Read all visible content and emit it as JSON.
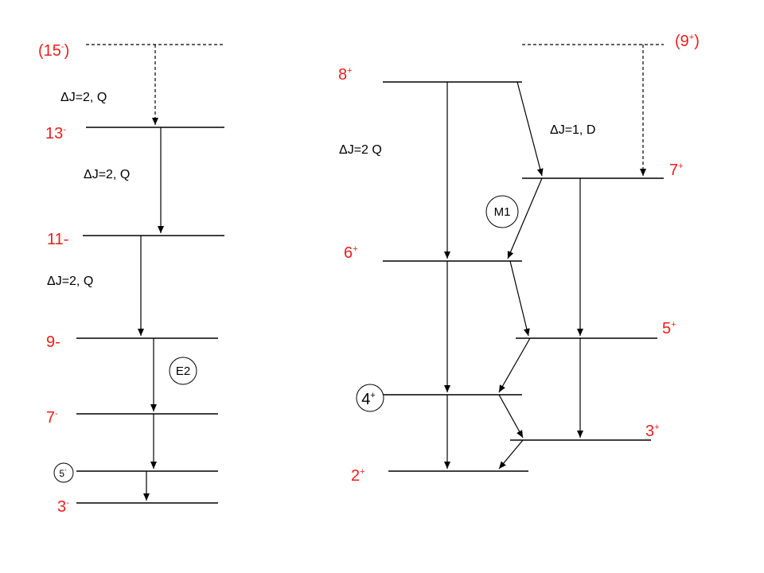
{
  "colors": {
    "level_label": "#ee1c1c",
    "lines": "#000000"
  },
  "left_band": {
    "levels": [
      {
        "id": "15",
        "label": "(15",
        "sup": "-",
        "suffix": ")"
      },
      {
        "id": "13",
        "label": "13",
        "sup": "-",
        "suffix": ""
      },
      {
        "id": "11",
        "label": "11-",
        "sup": "",
        "suffix": ""
      },
      {
        "id": "9",
        "label": "9-",
        "sup": "",
        "suffix": ""
      },
      {
        "id": "7",
        "label": "7",
        "sup": "-",
        "suffix": ""
      },
      {
        "id": "3",
        "label": "3",
        "sup": "-",
        "suffix": ""
      }
    ],
    "transition_labels": [
      "ΔJ=2, Q",
      "ΔJ=2, Q",
      "ΔJ=2, Q"
    ],
    "circled_labels": [
      {
        "text": "E2",
        "sup": ""
      },
      {
        "text": "5",
        "sup": "-"
      }
    ]
  },
  "right_band": {
    "levels": [
      {
        "id": "9",
        "label": "(9",
        "sup": "+",
        "suffix": ")"
      },
      {
        "id": "8",
        "label": "8",
        "sup": "+",
        "suffix": ""
      },
      {
        "id": "7",
        "label": "7",
        "sup": "+",
        "suffix": ""
      },
      {
        "id": "6",
        "label": "6",
        "sup": "+",
        "suffix": ""
      },
      {
        "id": "5",
        "label": "5",
        "sup": "+",
        "suffix": ""
      },
      {
        "id": "3",
        "label": "3",
        "sup": "+",
        "suffix": ""
      },
      {
        "id": "2",
        "label": "2",
        "sup": "+",
        "suffix": ""
      }
    ],
    "transition_labels": [
      "ΔJ=2 Q",
      "ΔJ=1, D"
    ],
    "circled_labels": [
      {
        "text": "M1",
        "sup": ""
      },
      {
        "text": "4",
        "sup": "+"
      }
    ]
  }
}
